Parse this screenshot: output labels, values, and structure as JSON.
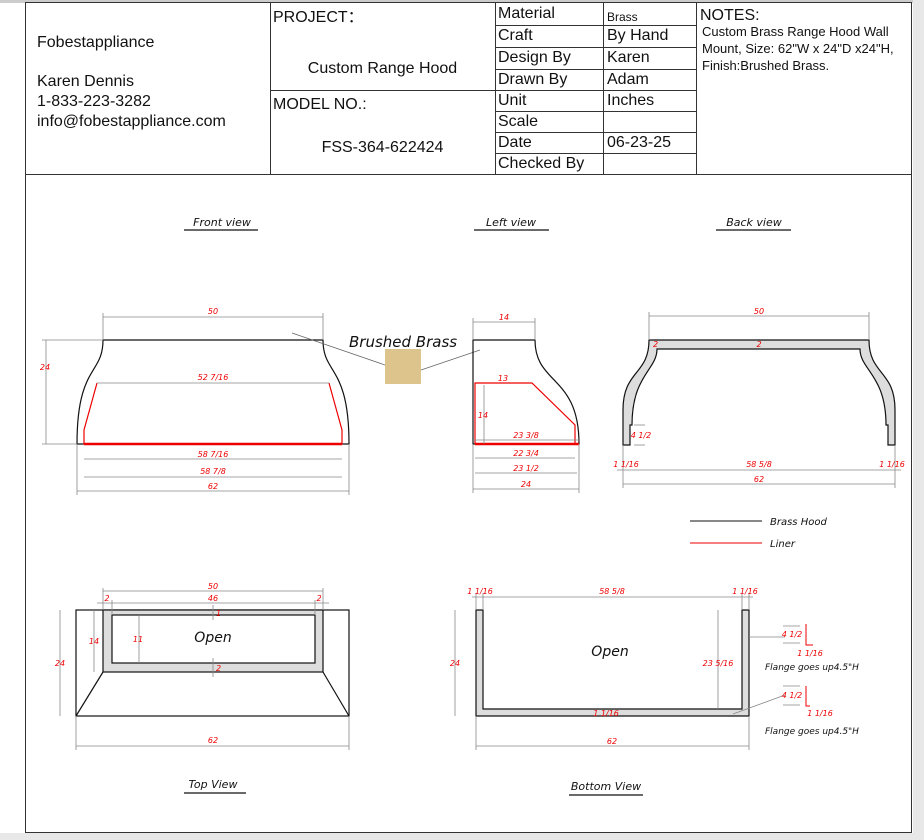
{
  "title_block": {
    "company": "Fobestappliance",
    "contact_name": "Karen Dennis",
    "phone": "1-833-223-3282",
    "email": "info@fobestappliance.com",
    "project_label": "PROJECT：",
    "project_value": "Custom Range Hood",
    "model_label": "MODEL NO.:",
    "model_value": "FSS-364-622424",
    "fields": [
      {
        "label": "Material",
        "value": "Brass"
      },
      {
        "label": "Craft",
        "value": "By Hand"
      },
      {
        "label": "Design By",
        "value": "Karen"
      },
      {
        "label": "Drawn By",
        "value": "Adam"
      },
      {
        "label": "Unit",
        "value": "Inches"
      },
      {
        "label": "Scale",
        "value": ""
      },
      {
        "label": "Date",
        "value": "06-23-25"
      },
      {
        "label": "Checked By",
        "value": ""
      }
    ],
    "notes_label": "NOTES:",
    "notes_text": "Custom Brass Range Hood Wall Mount, Size: 62\"W x 24\"D x24\"H, Finish:Brushed Brass."
  },
  "colors": {
    "outline": "#111111",
    "liner": "#e00000",
    "dimension": "#e00000",
    "swatch": "#dcc48c",
    "fill": "#dddddd"
  },
  "views": {
    "front": {
      "title": "Front view",
      "dims": {
        "top": "50",
        "height": "24",
        "liner_top": "52 7/16",
        "liner_bottom": "58 7/16",
        "inner_bottom": "58 7/8",
        "width": "62"
      }
    },
    "finish": {
      "label": "Brushed Brass"
    },
    "left": {
      "title": "Left view",
      "dims": {
        "top": "14",
        "liner_top": "13",
        "liner_height": "14",
        "d1": "23 3/8",
        "d2": "22 3/4",
        "d3": "23 1/2",
        "depth": "24"
      }
    },
    "back": {
      "title": "Back view",
      "dims": {
        "top": "50",
        "corner": "2",
        "mid": "2",
        "flange": "4 1/2",
        "left_wall": "1 1/16",
        "inner": "58 5/8",
        "right_wall": "1 1/16",
        "width": "62"
      }
    },
    "legend": {
      "items": [
        {
          "label": "Brass Hood"
        },
        {
          "label": "Liner"
        }
      ]
    },
    "top": {
      "title": "Top View",
      "open": "Open",
      "dims": {
        "outer_top": "50",
        "left": "2",
        "inner": "46",
        "right": "2",
        "front_rail": "1",
        "back_rail": "2",
        "frame_height": "14",
        "open_height": "11",
        "depth": "24",
        "width": "62"
      }
    },
    "bottom": {
      "title": "Bottom View",
      "open": "Open",
      "dims": {
        "left_wall": "1 1/16",
        "inner": "58 5/8",
        "right_wall": "1 1/16",
        "depth": "24",
        "inner_depth": "23 5/16",
        "back_wall": "1 1/16",
        "width": "62"
      },
      "callouts": [
        {
          "h": "4 1/2",
          "t": "1 1/16",
          "text": "Flange goes up4.5\"H"
        },
        {
          "h": "4 1/2",
          "t": "1 1/16",
          "text": "Flange goes up4.5\"H"
        }
      ]
    }
  }
}
